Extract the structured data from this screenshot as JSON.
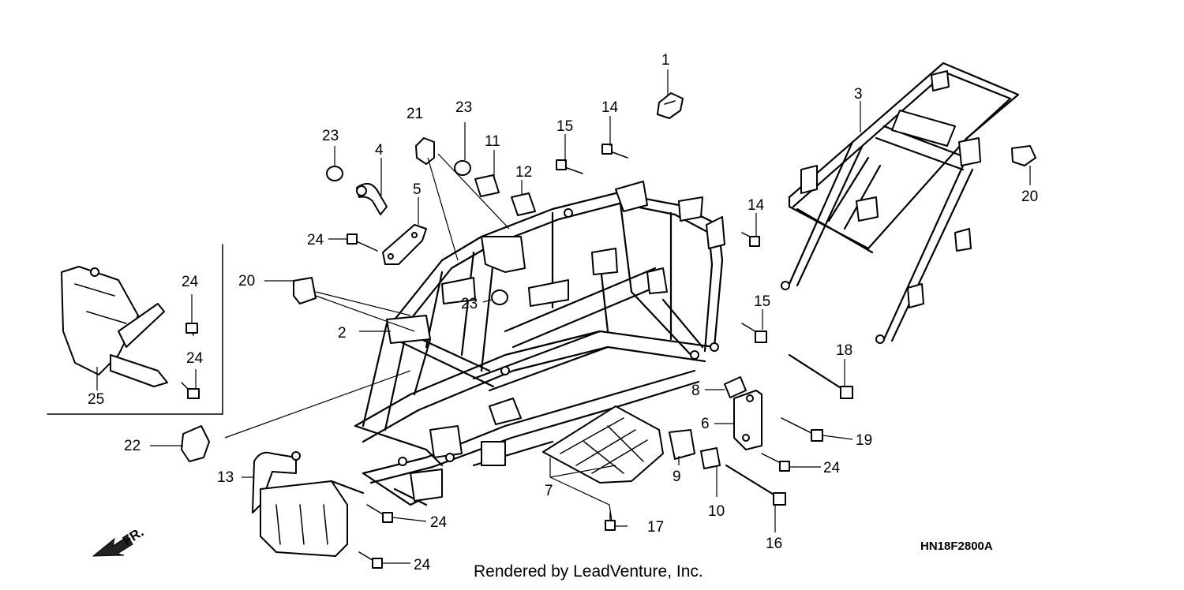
{
  "diagram": {
    "code": "HN18F2800A",
    "credit": "Rendered by LeadVenture, Inc.",
    "direction_label": "FR.",
    "callouts": [
      "1",
      "2",
      "3",
      "4",
      "5",
      "6",
      "7",
      "8",
      "9",
      "10",
      "11",
      "12",
      "13",
      "14",
      "15",
      "16",
      "17",
      "18",
      "19",
      "20",
      "21",
      "22",
      "23",
      "24",
      "25"
    ]
  }
}
